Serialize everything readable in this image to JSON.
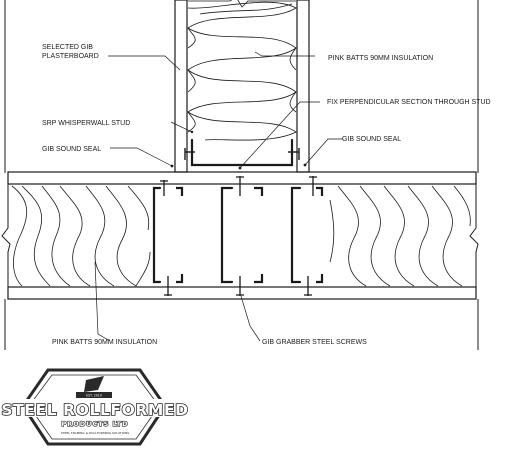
{
  "labels": {
    "plasterboard": [
      "SELECTED GIB",
      "PLASTERBOARD"
    ],
    "stud": "SRP WHISPERWALL STUD",
    "sound_seal_left": "GIB SOUND SEAL",
    "sound_seal_right": "GIB SOUND SEAL",
    "batts_top": "PINK BATTS 90MM INSULATION",
    "section": "FIX PERPENDICULAR SECTION THROUGH STUD",
    "batts_bottom": "PINK BATTS 90MM INSULATION",
    "screws": "GIB GRABBER STEEL SCREWS"
  },
  "logo": {
    "name": "STEEL ROLLFORMED",
    "sub": "PRODUCTS LTD",
    "est": "EST. 2010",
    "tagline": "STEEL FRAMING & ROLLFORMING SOLUTIONS"
  },
  "colors": {
    "line": "#1a1a1a",
    "logo": "#2a2a2a"
  }
}
